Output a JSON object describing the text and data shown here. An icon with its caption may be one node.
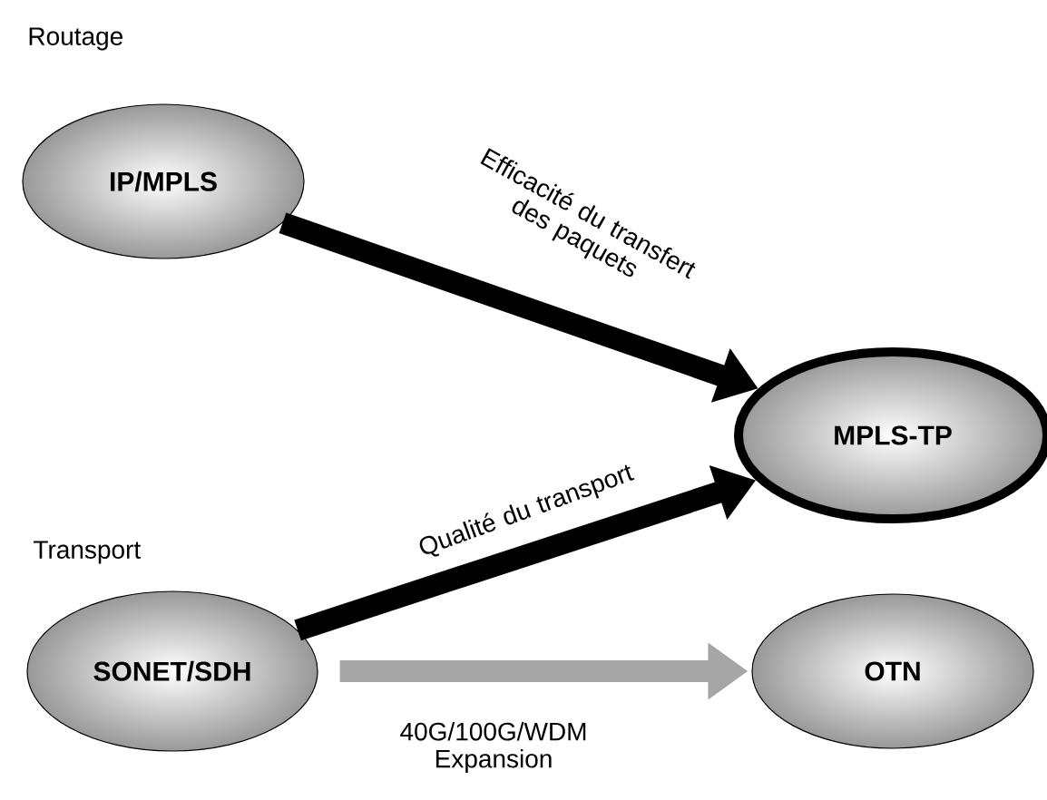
{
  "diagram": {
    "nodes": [
      {
        "text": [
          "IP/MPLS"
        ]
      },
      {
        "text": [
          "MPLS-TP"
        ]
      },
      {
        "text": [
          "SONET/SDH"
        ]
      },
      {
        "text": [
          "OTN"
        ]
      }
    ],
    "edges": [
      {
        "from": 0,
        "to": 1,
        "arrow": "to",
        "label": "Efficacité du transfert des paquets"
      },
      {
        "from": 2,
        "to": 1,
        "arrow": "to",
        "label": "Qualité du transport"
      },
      {
        "from": 2,
        "to": 3,
        "arrow": "to",
        "label": "40G/100G/WDM Expansion",
        "color": "#a6a6a6"
      }
    ],
    "labels": [
      "Routage",
      "Transport"
    ]
  }
}
